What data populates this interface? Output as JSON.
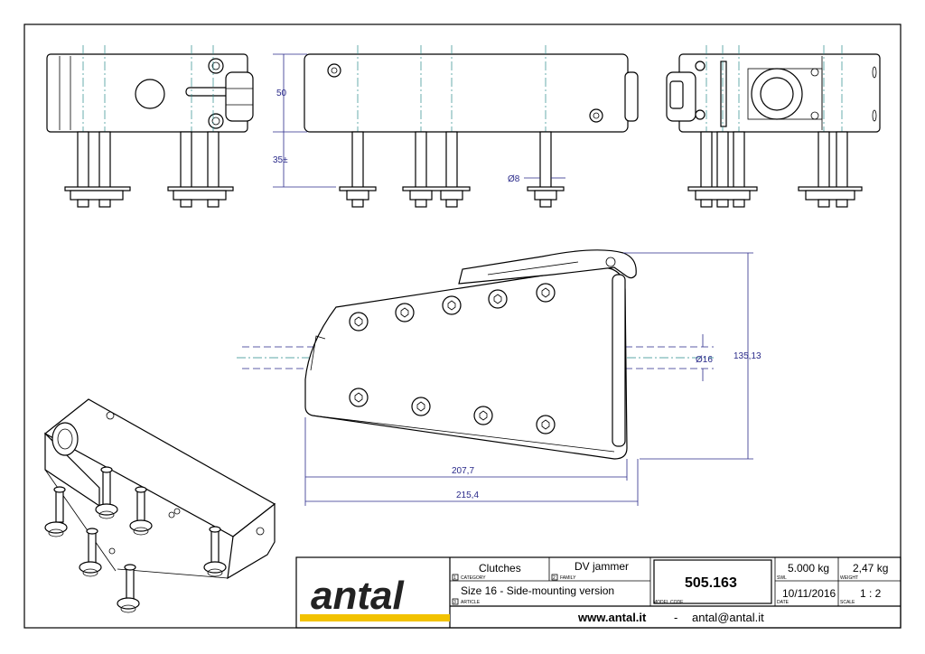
{
  "dimensions": {
    "height_top": "50",
    "stud_length": "35±",
    "stud_dia": "Ø8",
    "rope_dia": "Ø16",
    "height_side": "135,13",
    "length_inner": "207,7",
    "length_outer": "215,4"
  },
  "title_block": {
    "logo": "antal",
    "category": "Clutches",
    "category_label": "CATEGORY",
    "family": "DV jammer",
    "family_label": "FAMILY",
    "article": "Size 16 - Side-mounting version",
    "article_label": "ARTICLE",
    "model_code": "505.163",
    "model_code_label": "MODEL CODE",
    "swl": "5.000 kg",
    "swl_label": "SWL",
    "weight": "2,47 kg",
    "weight_label": "WEIGHT",
    "date": "10/11/2016",
    "date_label": "DATE",
    "scale": "1 : 2",
    "scale_label": "SCALE",
    "website": "www.antal.it",
    "separator": "-",
    "email": "antal@antal.it",
    "box_numbers": [
      "1",
      "2",
      "3"
    ]
  },
  "colors": {
    "dimension": "#2a2a8a",
    "centerline": "#2a8a8a",
    "logo_stripe": "#f2c200"
  }
}
